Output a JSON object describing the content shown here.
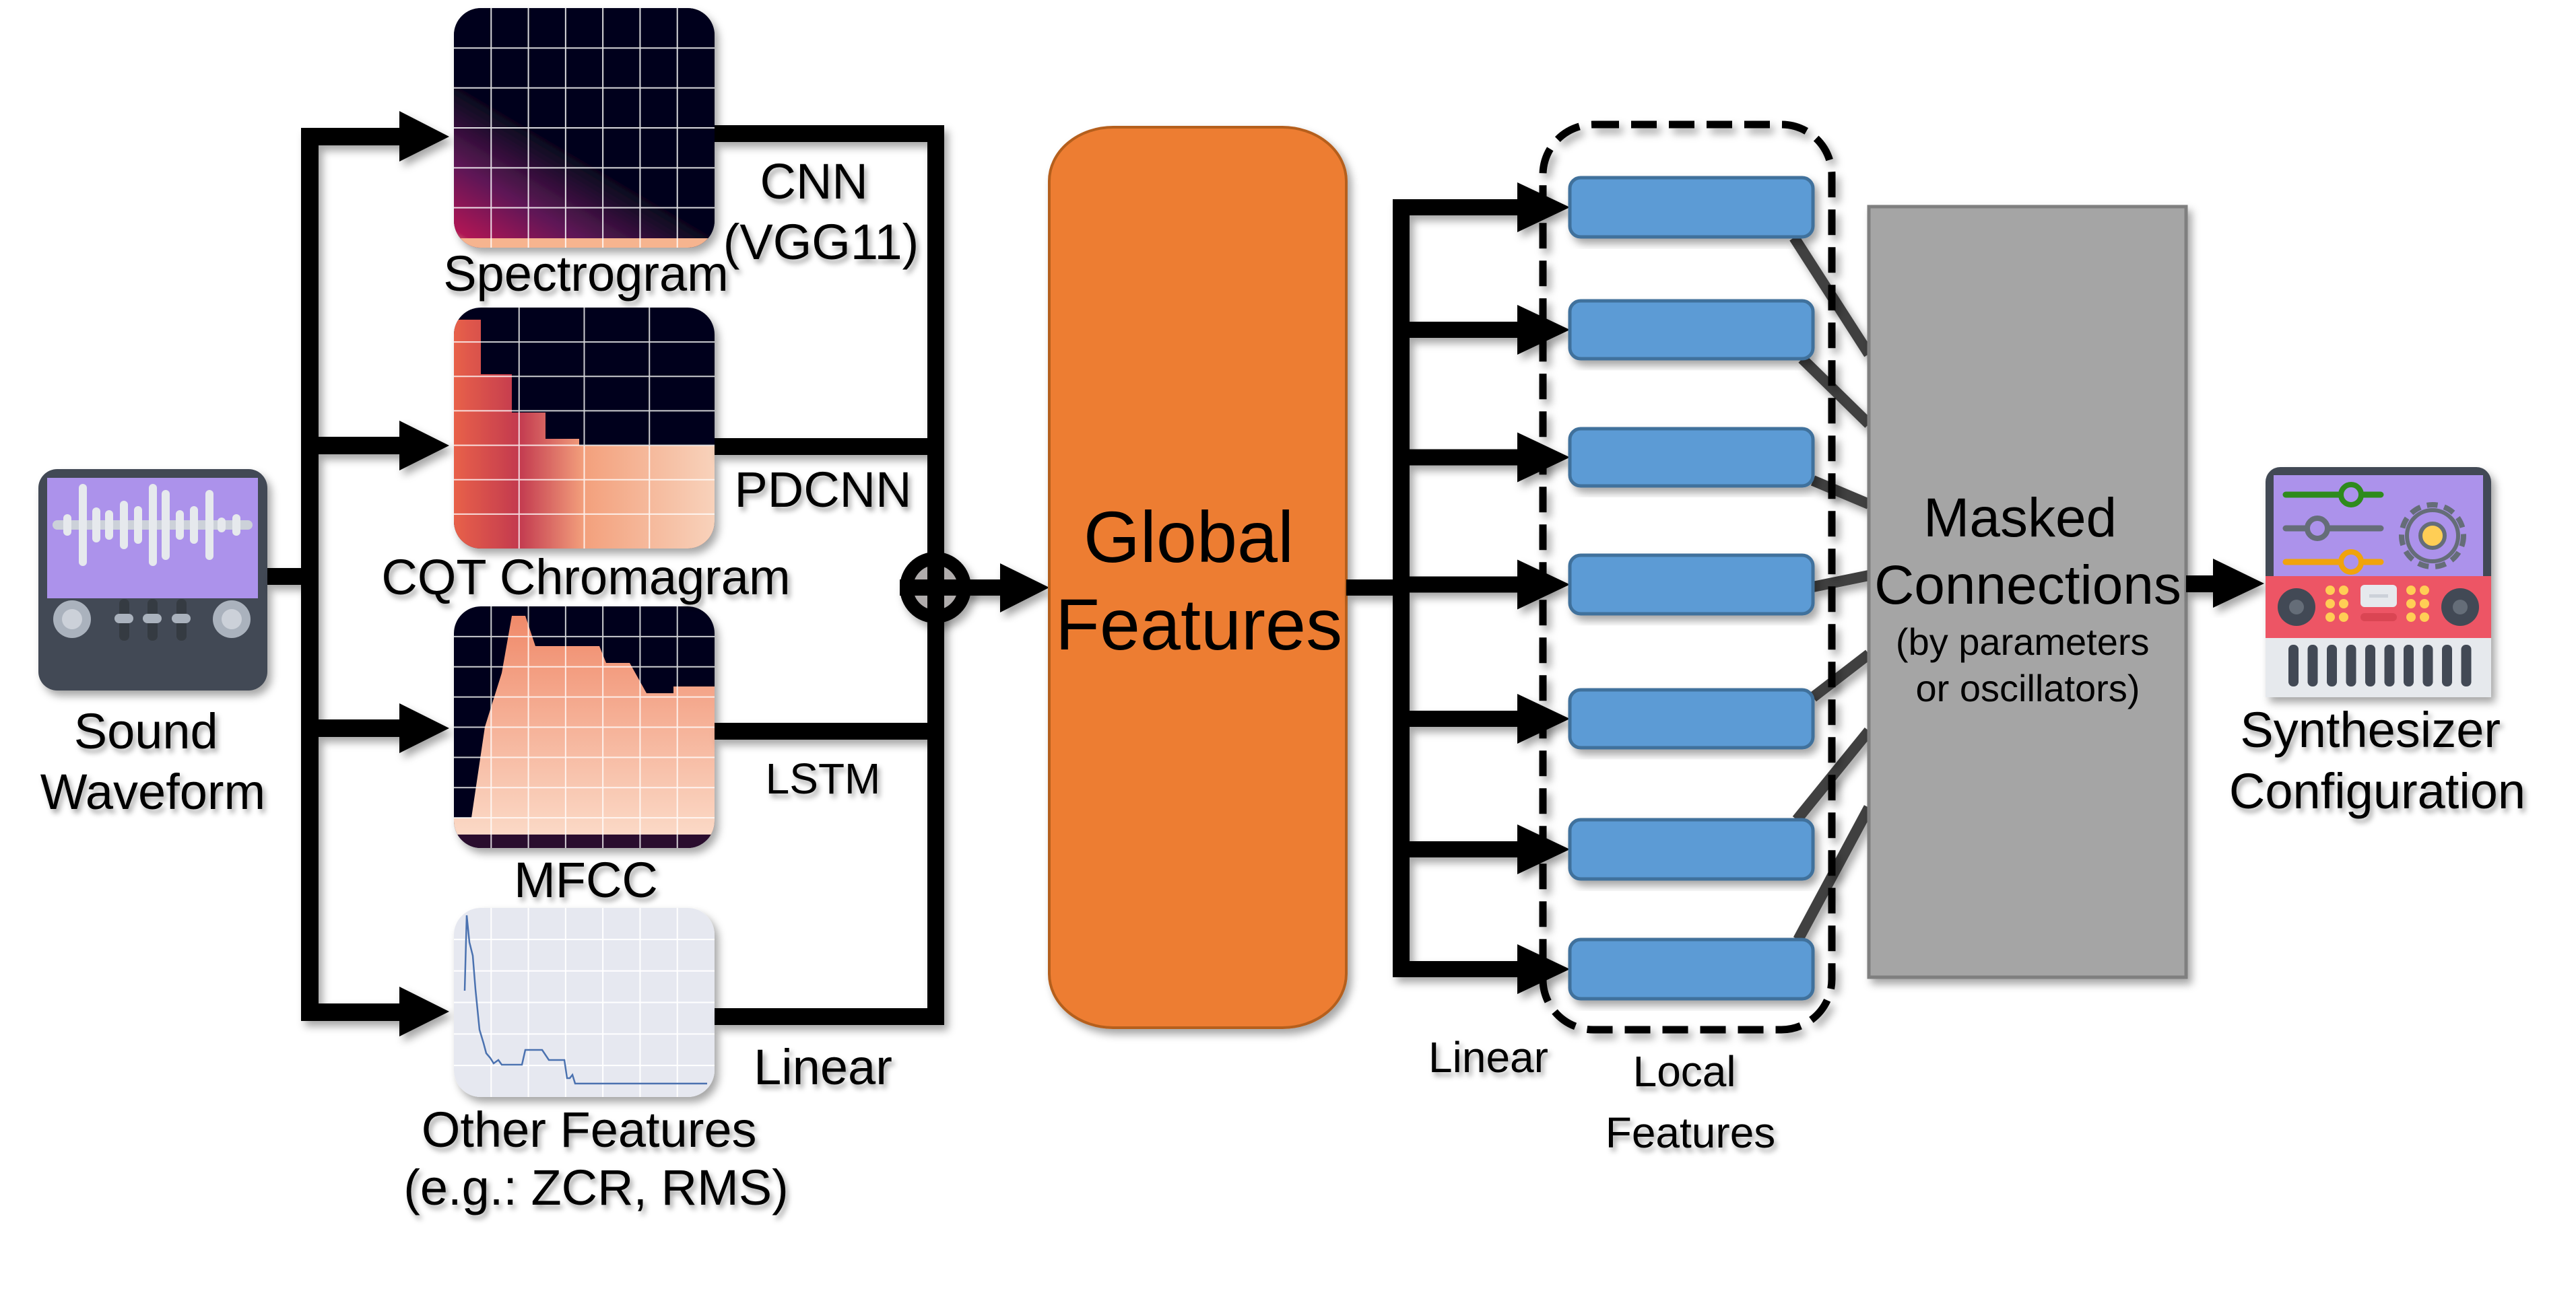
{
  "diagram": {
    "input": {
      "label_lines": [
        "Sound",
        "Waveform"
      ],
      "icon": "waveform-device-icon"
    },
    "feature_inputs": [
      {
        "id": "spectrogram",
        "label_lines": [
          "Spectrogram"
        ],
        "encoder_lines": [
          "CNN",
          "(VGG11)"
        ],
        "thumbnail": "spectrogram-thumbnail"
      },
      {
        "id": "cqt",
        "label_lines": [
          "CQT Chromagram"
        ],
        "encoder_lines": [
          "PDCNN"
        ],
        "thumbnail": "cqt-chromagram-thumbnail"
      },
      {
        "id": "mfcc",
        "label_lines": [
          "MFCC"
        ],
        "encoder_lines": [
          "LSTM"
        ],
        "thumbnail": "mfcc-thumbnail"
      },
      {
        "id": "other",
        "label_lines": [
          "Other Features",
          "(e.g.: ZCR, RMS)"
        ],
        "encoder_lines": [
          "Linear"
        ],
        "thumbnail": "feature-line-plot-thumbnail"
      }
    ],
    "concat_node": {
      "symbol": "concatenate-icon"
    },
    "global_features": {
      "label_lines": [
        "Global",
        "Features"
      ],
      "color": "#ED7D31"
    },
    "fanout_label": "Linear",
    "local_features": {
      "label_lines": [
        "Local",
        "Features"
      ],
      "count": 7,
      "color": "#5B9BD5"
    },
    "masked_connections": {
      "title_lines": [
        "Masked",
        "Connections"
      ],
      "subtitle_lines": [
        "(by parameters",
        "or oscillators)"
      ],
      "color": "#A5A5A5"
    },
    "output": {
      "label_lines": [
        "Synthesizer",
        "Configuration"
      ],
      "icon": "synthesizer-icon"
    }
  },
  "colors": {
    "line": "#000000",
    "connector": "#404040",
    "icon_purple": "#AC92EB",
    "icon_dark": "#434A54",
    "synth_red": "#ED5565",
    "slider_green": "#2E8B1E",
    "slider_gray": "#656D78",
    "slider_orange": "#F0A30A",
    "gear_yellow": "#FFCE54"
  }
}
